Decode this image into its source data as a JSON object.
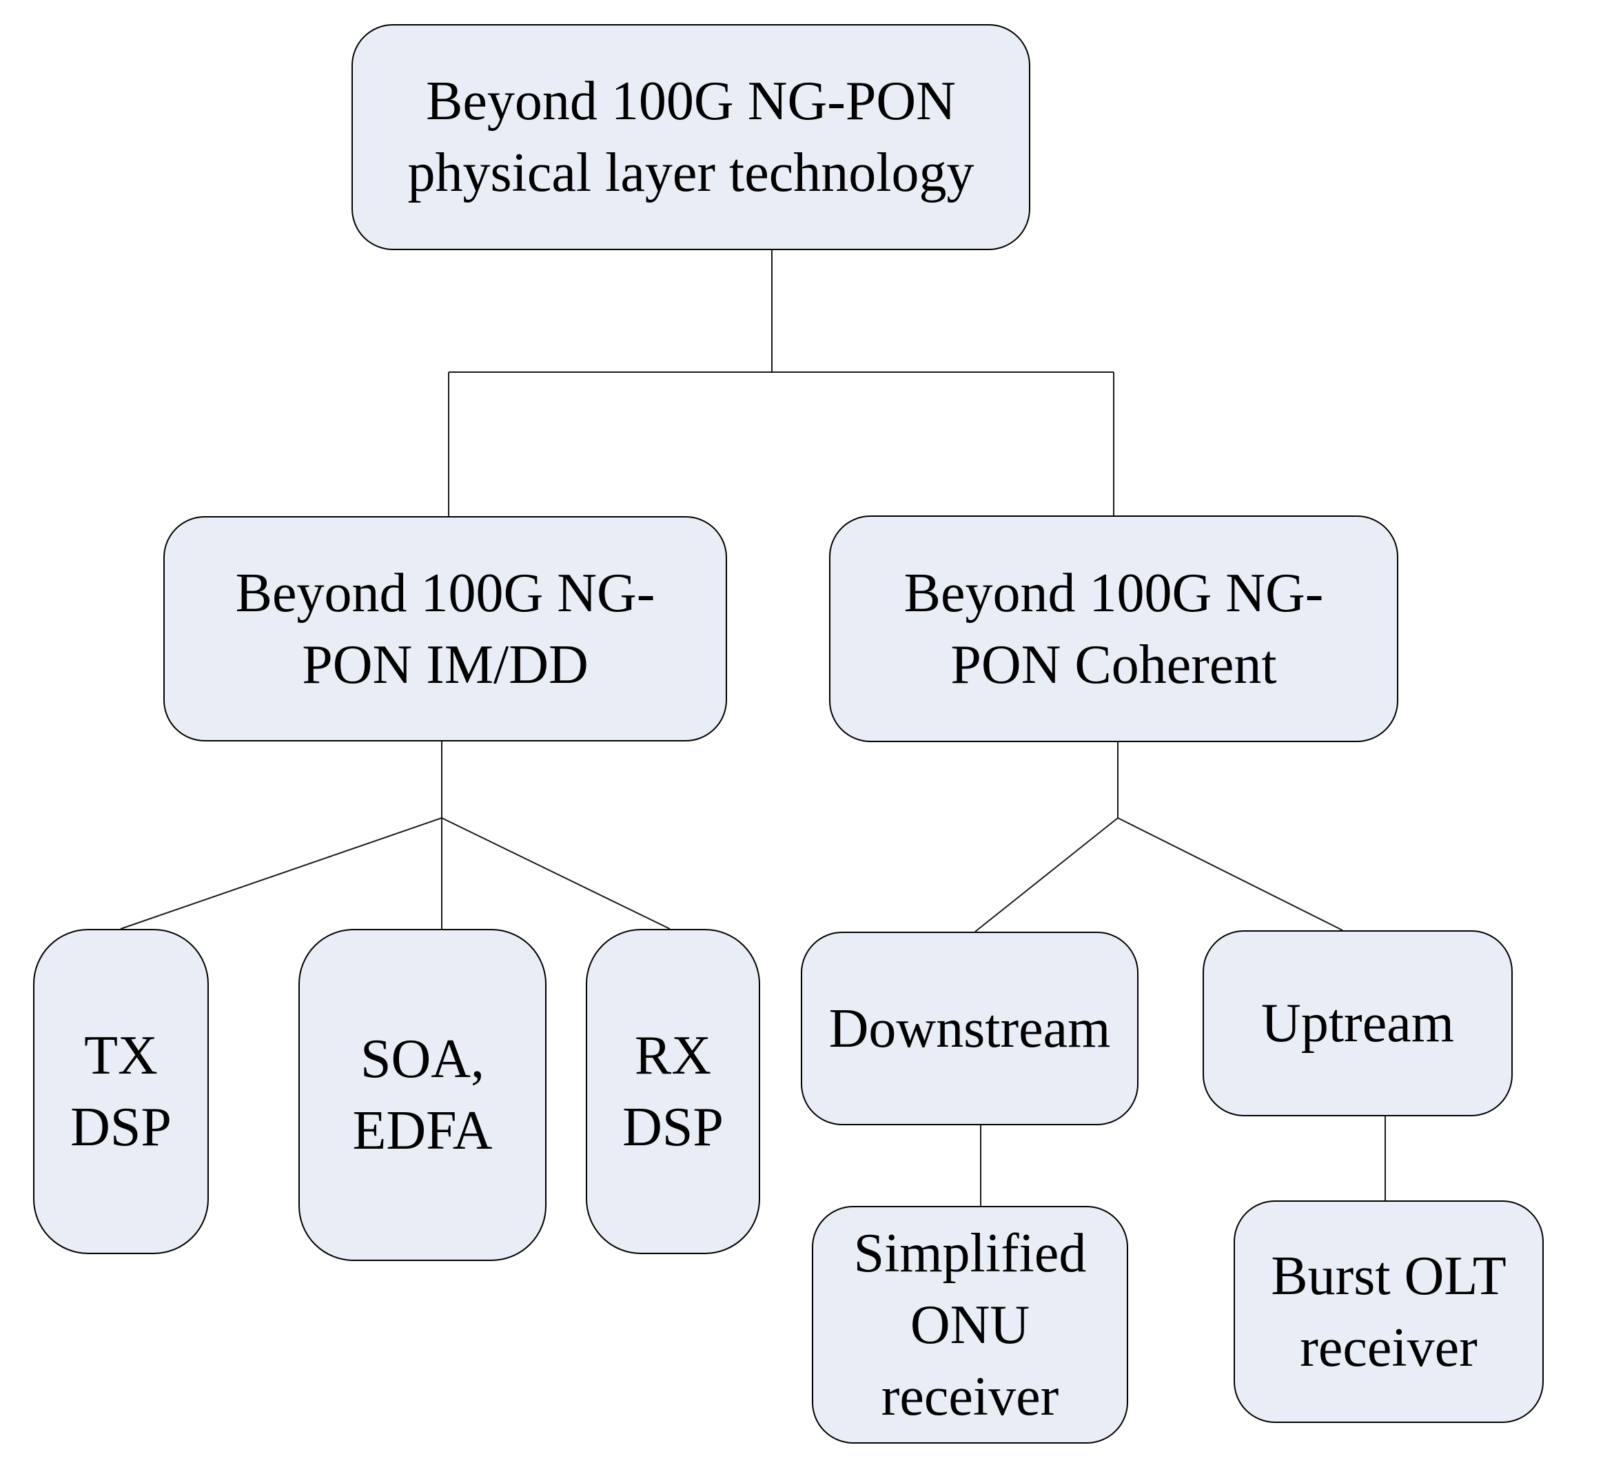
{
  "diagram": {
    "nodes": {
      "root": {
        "lines": [
          "Beyond 100G NG-PON",
          "physical layer technology"
        ]
      },
      "imdd": {
        "lines": [
          "Beyond 100G NG-",
          "PON IM/DD"
        ]
      },
      "coherent": {
        "lines": [
          "Beyond 100G NG-",
          "PON Coherent"
        ]
      },
      "tx_dsp": {
        "lines": [
          "TX",
          "DSP"
        ]
      },
      "soa_edfa": {
        "lines": [
          "SOA、",
          "EDFA"
        ]
      },
      "rx_dsp": {
        "lines": [
          "RX",
          "DSP"
        ]
      },
      "downstream": {
        "lines": [
          "Downstream"
        ]
      },
      "uptream": {
        "lines": [
          "Uptream"
        ]
      },
      "simplified_onu": {
        "lines": [
          "Simplified",
          "ONU",
          "receiver"
        ]
      },
      "burst_olt": {
        "lines": [
          "Burst OLT",
          "receiver"
        ]
      }
    },
    "colors": {
      "box_fill": "#e8edf6",
      "box_border": "#000000",
      "connector": "#1a1a1a",
      "background": "#ffffff",
      "text": "#000000"
    }
  }
}
